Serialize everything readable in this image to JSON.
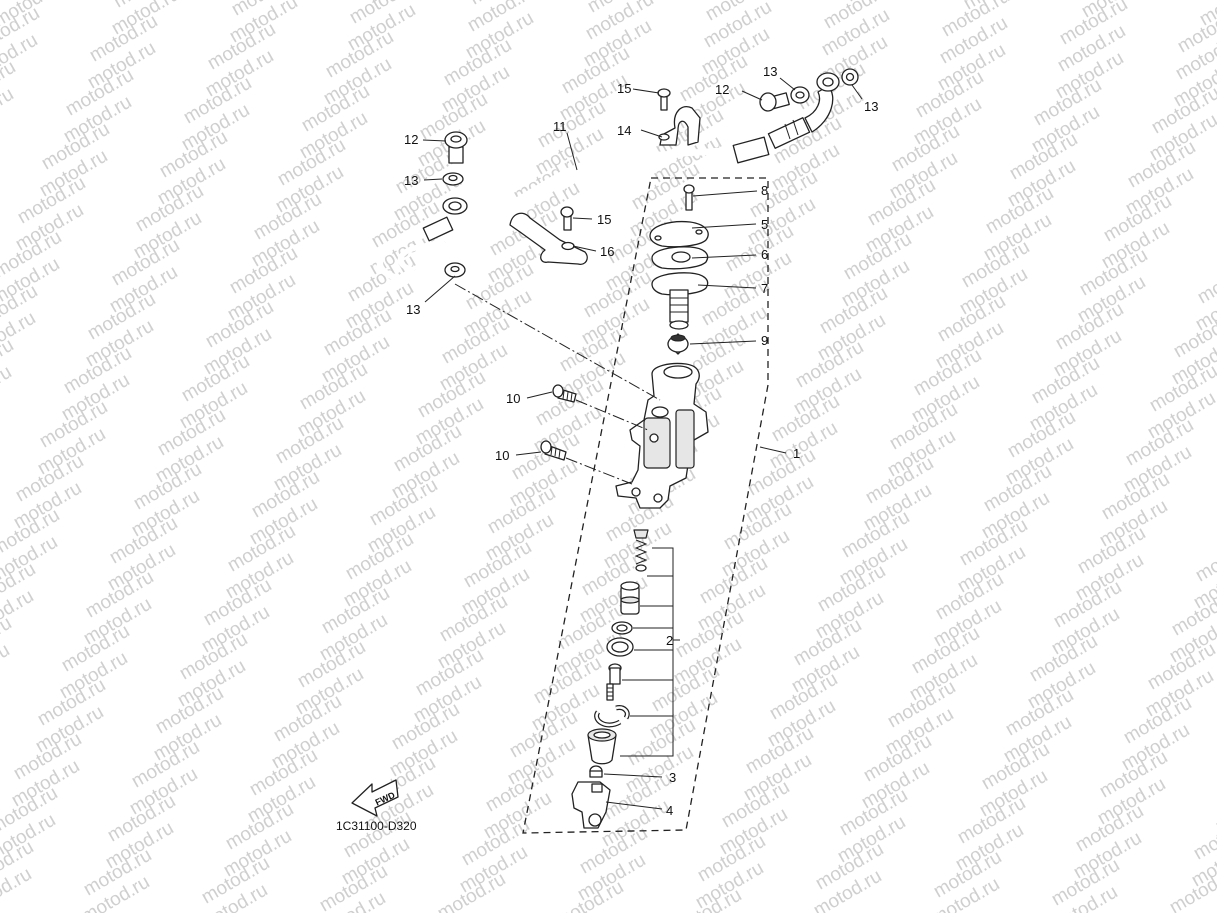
{
  "watermark": {
    "text": "motod.ru",
    "color": "#cfcfcf"
  },
  "diagram_code": "1C31100-D320",
  "fwd_label": "FWD",
  "callouts": {
    "c1": "1",
    "c2": "2",
    "c3": "3",
    "c4": "4",
    "c5": "5",
    "c6": "6",
    "c7": "7",
    "c8": "8",
    "c9": "9",
    "c10a": "10",
    "c10b": "10",
    "c11": "11",
    "c12a": "12",
    "c12b": "12",
    "c13a": "13",
    "c13b": "13",
    "c13c": "13",
    "c13d": "13",
    "c14": "14",
    "c15a": "15",
    "c15b": "15",
    "c16": "16"
  }
}
